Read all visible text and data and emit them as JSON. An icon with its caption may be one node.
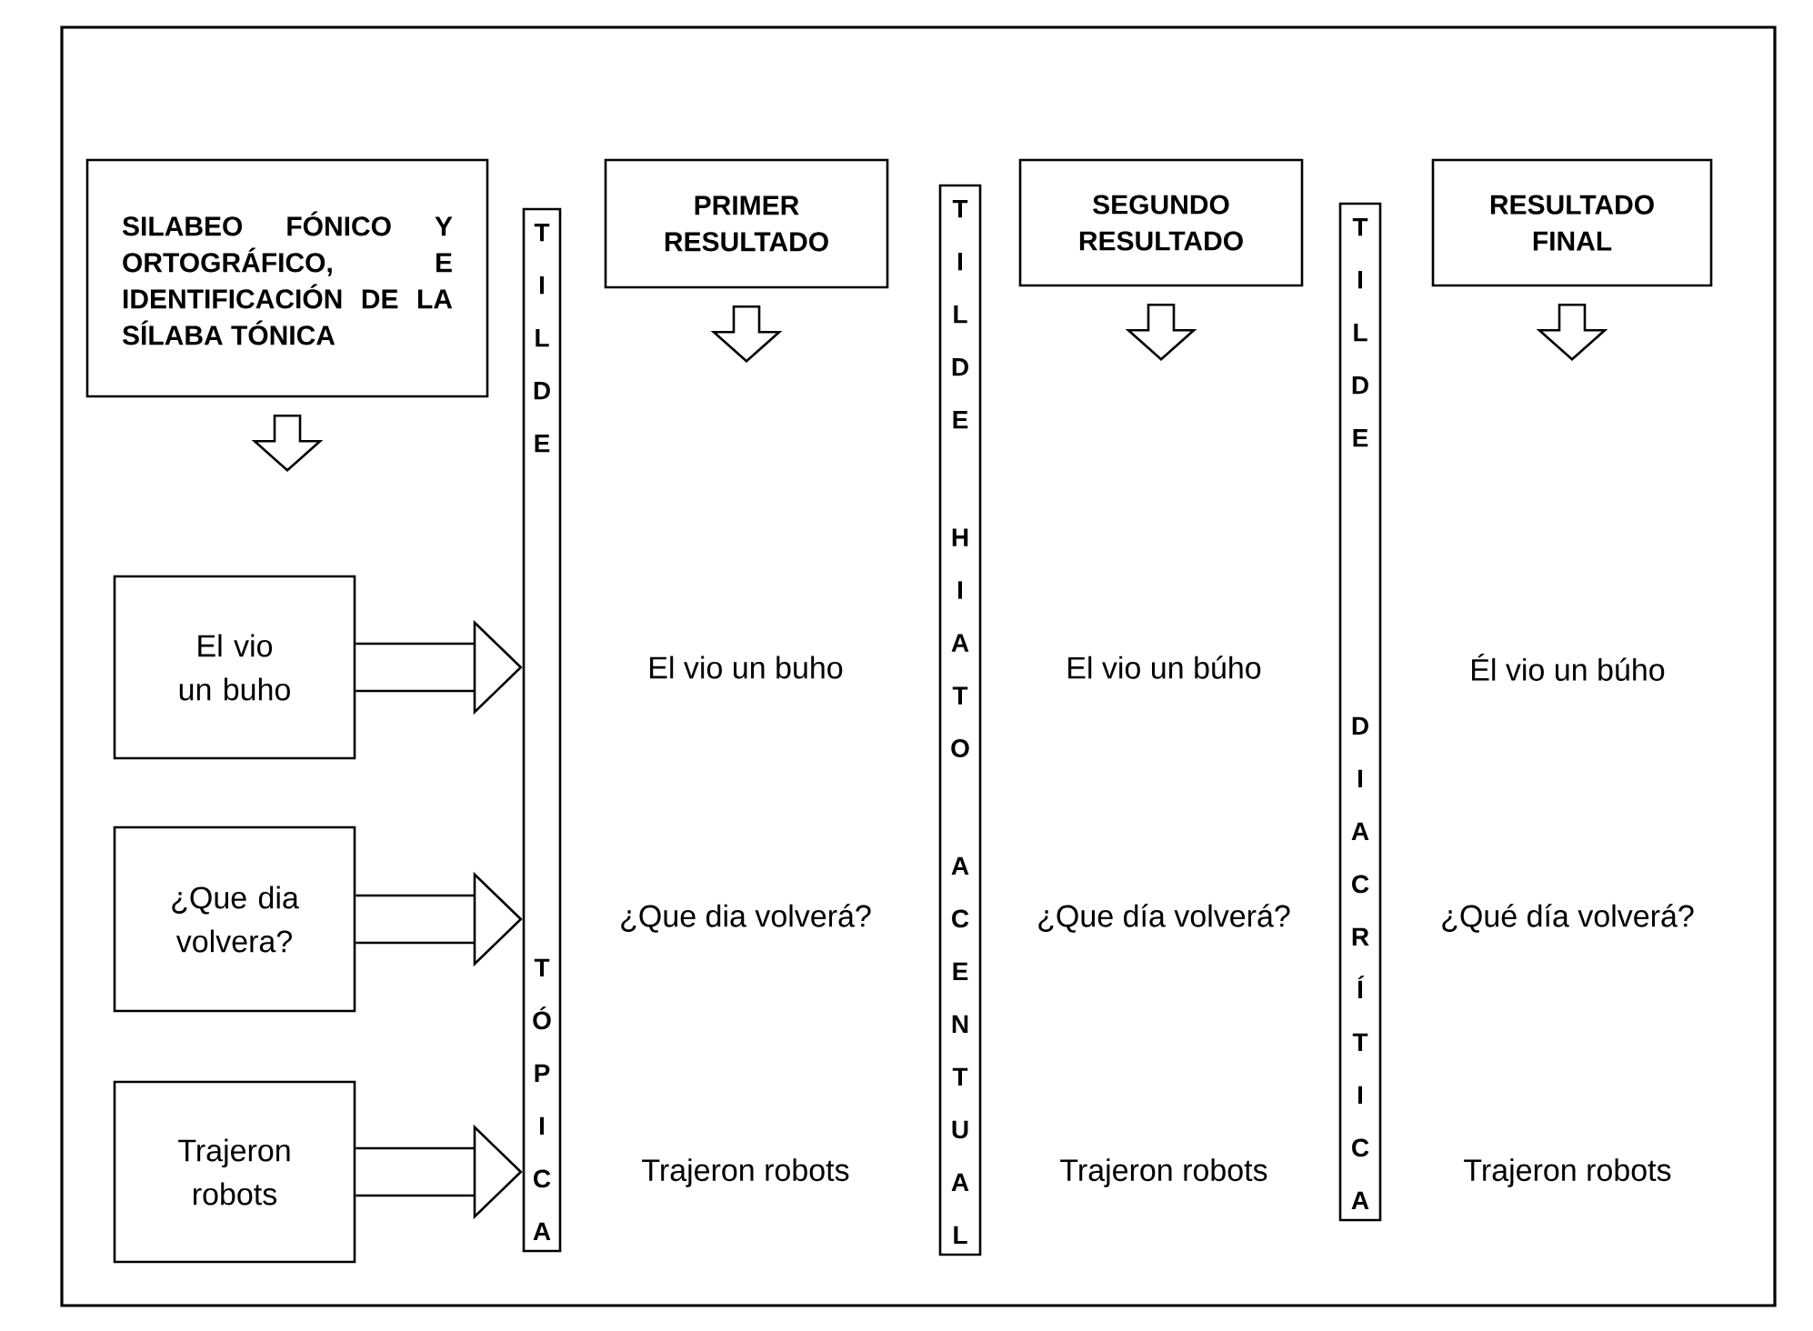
{
  "diagram": {
    "nodes": [
      {
        "text": [
          "SILABEO FÓNICO Y ORTOGRÁFICO, E IDENTIFICACIÓN DE LA SÍLABA TÓNICA"
        ]
      },
      {
        "text": [
          "El vio un buho"
        ]
      },
      {
        "text": [
          "¿Que dia volvera?"
        ]
      },
      {
        "text": [
          "Trajeron robots"
        ]
      },
      {
        "text": [
          "TILDE TÓPICA"
        ]
      },
      {
        "text": [
          "PRIMER RESULTADO"
        ]
      },
      {
        "text": [
          "TILDE HIATO ACENTUAL"
        ]
      },
      {
        "text": [
          "SEGUNDO RESULTADO"
        ]
      },
      {
        "text": [
          "TILDE DIACRÍTICA"
        ]
      },
      {
        "text": [
          "RESULTADO FINAL"
        ]
      }
    ],
    "edges": [
      {
        "from": 0,
        "to": null,
        "arrow": "to"
      },
      {
        "from": 1,
        "to": 4,
        "arrow": "to"
      },
      {
        "from": 2,
        "to": 4,
        "arrow": "to"
      },
      {
        "from": 3,
        "to": 4,
        "arrow": "to"
      },
      {
        "from": 5,
        "to": null,
        "arrow": "to"
      },
      {
        "from": 7,
        "to": null,
        "arrow": "to"
      },
      {
        "from": 9,
        "to": null,
        "arrow": "to"
      }
    ],
    "labels": [
      "El vio un buho",
      "El vio un búho",
      "Él vio un búho",
      "¿Que dia volverá?",
      "¿Que día volverá?",
      "¿Qué día volverá?",
      "Trajeron robots",
      "Trajeron robots",
      "Trajeron robots"
    ]
  }
}
